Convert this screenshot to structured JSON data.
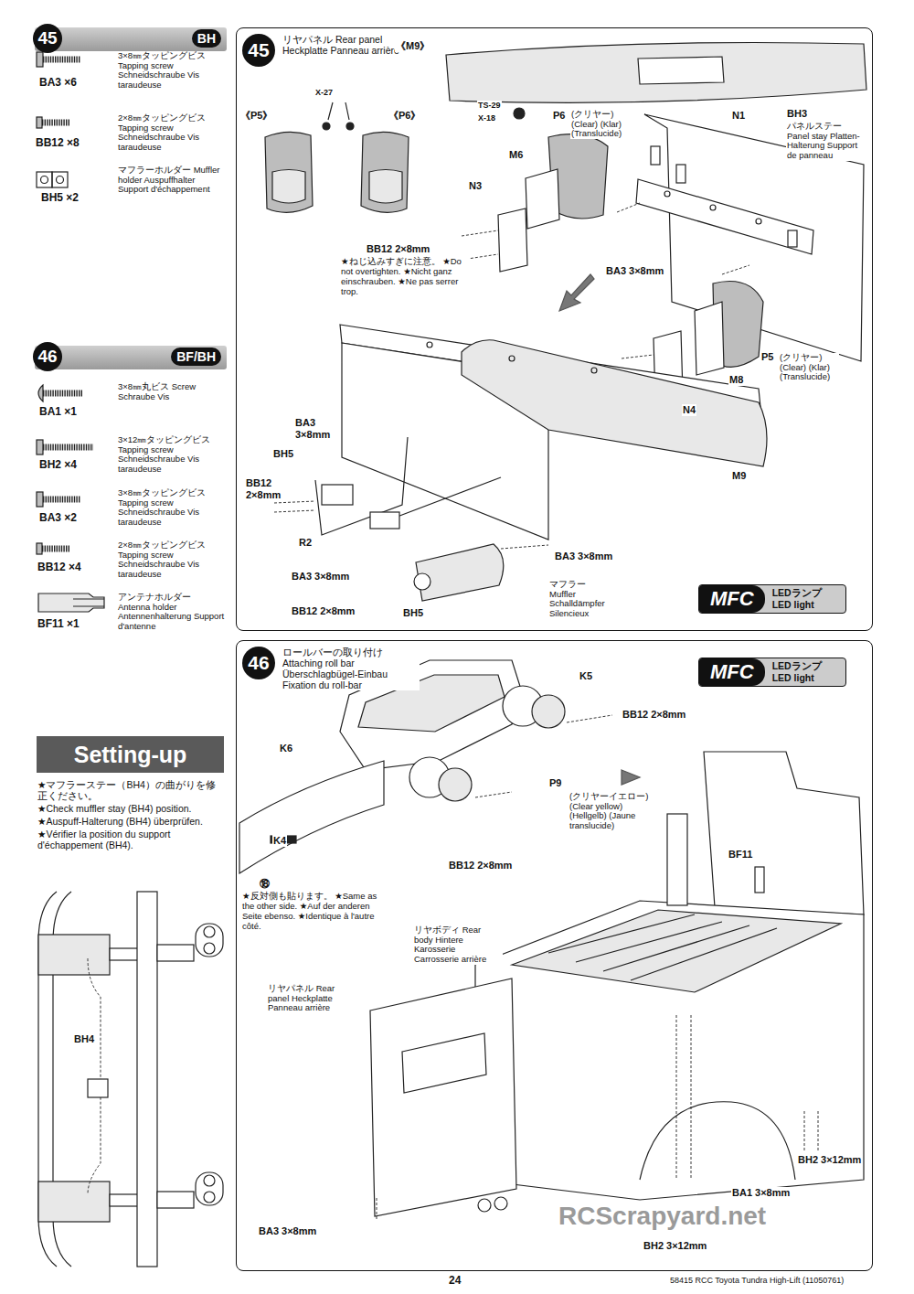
{
  "diagram": {
    "nodes": [
      {
        "text": [
          "45",
          "BH"
        ]
      },
      {
        "text": [
          "45",
          "リヤパネル Rear panel Heckplatte Panneau arrière"
        ]
      },
      {
        "text": [
          "MFC",
          "LEDランプ LED light"
        ],
        "in": 1
      },
      {
        "text": [
          "46",
          "BF/BH"
        ]
      },
      {
        "text": [
          "46",
          "ロールバーの取り付け Attaching roll bar Überschlagbügel-Einbau Fixation du roll-bar"
        ]
      },
      {
        "text": [
          "MFC",
          "LEDランプ LED light"
        ],
        "in": 4
      },
      {
        "text": [
          "Setting-up"
        ]
      }
    ],
    "labels": [
      "BA3 ×6",
      "3×8㎜タッピングビス Tapping screw Schneidschraube Vis taraudeuse",
      "BB12 ×8",
      "2×8㎜タッピングビス Tapping screw Schneidschraube Vis taraudeuse",
      "BH5 ×2",
      "マフラーホルダー Muffler holder Auspuffhalter Support d'échappement",
      "BA1 ×1",
      "3×8㎜丸ビス Screw Schraube Vis",
      "BH2 ×4",
      "3×12㎜タッピングビス Tapping screw Schneidschraube Vis taraudeuse",
      "BA3 ×2",
      "3×8㎜タッピングビス Tapping screw Schneidschraube Vis taraudeuse",
      "BB12 ×4",
      "2×8㎜タッピングビス Tapping screw Schneidschraube Vis taraudeuse",
      "BF11 ×1",
      "アンテナホルダー Antenna holder Antennenhalterung Support d'antenne",
      "★マフラーステー（BH4）の曲がりを修正ください。",
      "★Check muffler stay (BH4) position.",
      "★Auspuff-Halterung (BH4) überprüfen.",
      "★Vérifier la position du support d'échappement (BH4).",
      "BH4",
      "《M9》",
      "TS-29",
      "X-18",
      "《P5》",
      "X-27",
      "《P6》",
      "P6",
      "(クリヤー) (Clear) (Klar) (Translucide)",
      "M6",
      "N1",
      "BH3",
      "パネルステー Panel stay Platten-Halterung Support de panneau",
      "N3",
      "BB12 2×8mm",
      "★ねじ込みすぎに注意。 ★Do not overtighten. ★Nicht ganz einschrauben. ★Ne pas serrer trop.",
      "BA3 3×8mm",
      "P5",
      "(クリヤー) (Clear) (Klar) (Translucide)",
      "M8",
      "N4",
      "BA3 3×8mm",
      "BH5",
      "BB12 2×8mm",
      "M9",
      "R2",
      "BA3 3×8mm",
      "BA3 3×8mm",
      "BB12 2×8mm",
      "BH5",
      "マフラー Muffler Schalldämpfer Silencieux",
      "K5",
      "BB12 2×8mm",
      "K6",
      "P9",
      "(クリヤーイエロー) (Clear yellow) (Hellgelb) (Jaune translucide)",
      "K4",
      "BB12 2×8mm",
      "⑱",
      "★反対側も貼ります。 ★Same as the other side. ★Auf der anderen Seite ebenso. ★Identique à l'autre côté.",
      "BF11",
      "リヤボディ Rear body Hintere Karosserie Carrosserie arrière",
      "リヤパネル Rear panel Heckplatte Panneau arrière",
      "BA3 3×8mm",
      "BH2 3×12mm",
      "BA1 3×8mm",
      "BH2 3×12mm",
      "24",
      "58415 RCC Toyota Tundra High-Lift (11050761)",
      "RCScrapyard.net"
    ]
  }
}
